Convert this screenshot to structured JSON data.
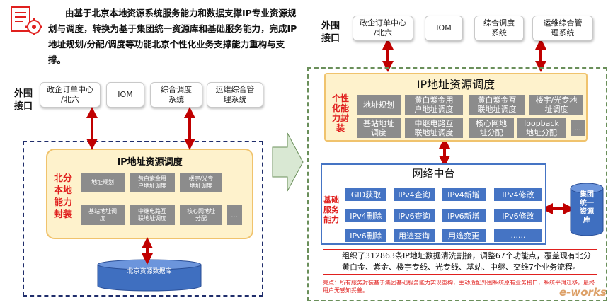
{
  "intro_text": "由基于北京本地资源系统服务能力和数据支撑IP专业资源规划与调度，转换为基于集团统一资源库和基础服务能力，完成IP地址规划/分配/调度等功能北京个性化业务支撑能力重构与支撑。",
  "left": {
    "ext_label": "外围\n接口",
    "ext_systems": [
      "政企订单中心\n/北六",
      "IOM",
      "综合调度\n系统",
      "运维综合管\n理系统"
    ],
    "panel_title": "IP地址资源调度",
    "side_label": "北分\n本地\n能力\n封装",
    "funcs": [
      "地址规划",
      "黄白紫金用\n户地址调度",
      "楼宇/光专\n地址调度",
      "基站地址调\n度",
      "中继电路互\n联地址调度",
      "核心网地址\n分配",
      "..."
    ],
    "db_label": "北京资源数据库"
  },
  "right": {
    "ext_label": "外围\n接口",
    "ext_systems": [
      "政企订单中心\n/北六",
      "IOM",
      "综合调度\n系统",
      "运维综合管\n理系统"
    ],
    "panel_title": "IP地址资源调度",
    "side_label": "个性\n化能\n力封\n装",
    "funcs": [
      "地址规划",
      "黄白紫金用\n户地址调度",
      "黄白紫金互\n联地址调度",
      "楼宇/光专地\n址调度",
      "基站地址\n调度",
      "中继电路互\n联地址调度",
      "核心网地\n址分配",
      "loopback\n地址分配",
      "..."
    ],
    "mid_title": "网络中台",
    "mid_side_label": "基础\n服务\n能力",
    "services": [
      "GID获取",
      "IPv4查询",
      "IPv4新增",
      "IPv4修改",
      "IPv4删除",
      "IPv6查询",
      "IPv6新增",
      "IPv6修改",
      "IPv6删除",
      "用途查询",
      "用途变更",
      "......"
    ],
    "group_db": "集团\n统一\n资源\n库",
    "summary": "组织了312863条IP地址数据清洗割接，调整67个功能点，覆盖现有北分黄白金、紫金、楼宇专线、光专线、基站、中继、交维7个业务流程。",
    "note": "亮点：所有服务封装基于集团基础服务能力实现重构，主动适配外围系统原有业务接口，系统平滑迁移，最终用户无感知妥善。"
  },
  "watermark": "e-works",
  "colors": {
    "red": "#e0201e",
    "panel_fill": "#fef2cc",
    "panel_border": "#f0c36d",
    "blue": "#4574c4",
    "gray": "#8c8c8c",
    "navy": "#1f2d6b",
    "green": "#6a8f5a",
    "arrow": "#d9e8d3"
  }
}
